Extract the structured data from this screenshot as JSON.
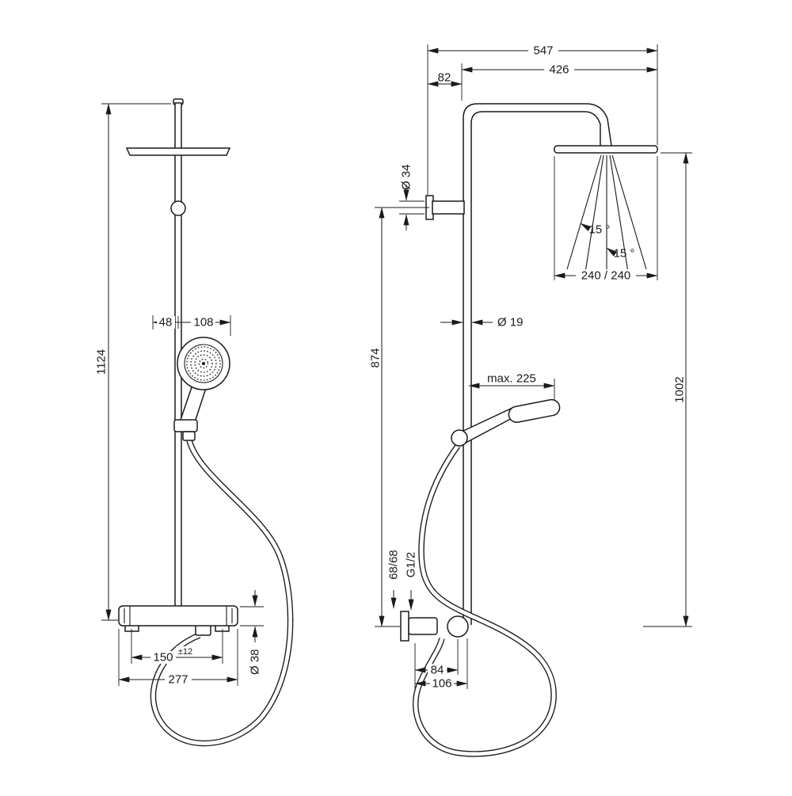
{
  "drawing": {
    "kind": "shower-system-dimensional-drawing",
    "front": {
      "total_height": "1124",
      "offset_48": "48",
      "head_108": "108",
      "centers_150": "150",
      "tolerance": "±12",
      "width_277": "277",
      "dia_38": "Ø 38"
    },
    "side": {
      "depth_547": "547",
      "arm_426": "426",
      "wall_82": "82",
      "dia_34": "Ø 34",
      "height_874": "874",
      "dia_19": "Ø 19",
      "reach_max": "max. 225",
      "angle_left": "15 °",
      "angle_right": "15 °",
      "spray_240": "240 / 240",
      "height_1002": "1002",
      "conn_68": "68/68",
      "thread": "G1/2",
      "off_84": "84",
      "off_106": "106"
    }
  }
}
